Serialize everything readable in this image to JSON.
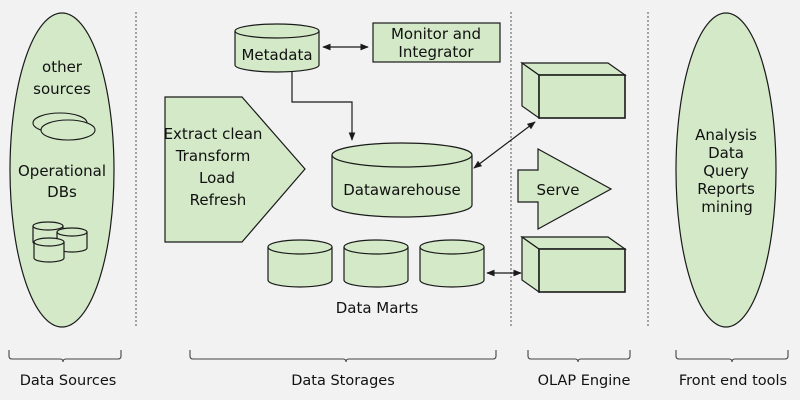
{
  "title": "Data Warehouse Architecture",
  "colors": {
    "shape_fill": "#d3e9c8",
    "background": "#f2f2f2",
    "stroke": "#1a1a1a"
  },
  "data_sources": {
    "other_sources_lines": [
      "other",
      "sources"
    ],
    "operational_dbs_lines": [
      "Operational",
      "DBs"
    ]
  },
  "storage": {
    "metadata": "Metadata",
    "monitor_lines": [
      "Monitor and",
      "Integrator"
    ],
    "etl_lines": [
      "Extract clean",
      "Transform",
      "Load",
      "Refresh"
    ],
    "warehouse": "Datawarehouse",
    "data_marts": "Data Marts"
  },
  "olap": {
    "serve": "Serve"
  },
  "front_end": {
    "items": [
      "Analysis",
      "Data",
      "Query",
      "Reports",
      "mining"
    ]
  },
  "sections": [
    "Data Sources",
    "Data Storages",
    "OLAP Engine",
    "Front end tools"
  ]
}
